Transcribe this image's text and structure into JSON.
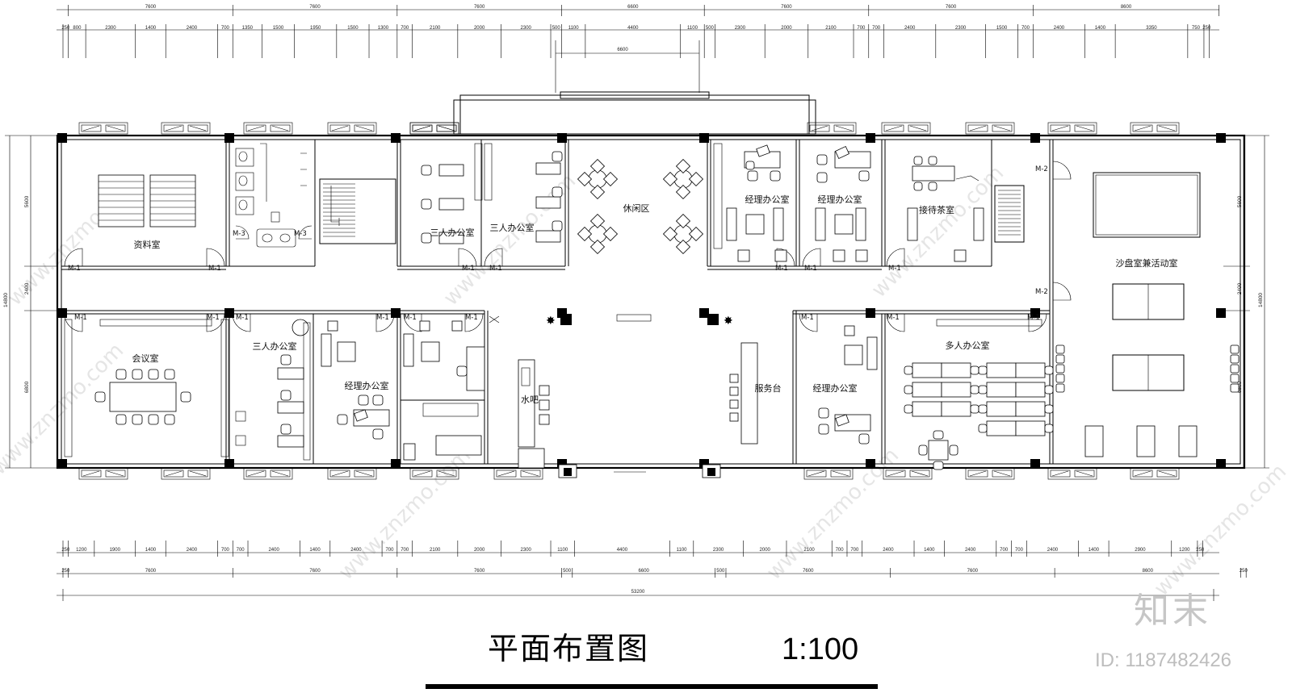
{
  "title": "平面布置图",
  "scale": "1:100",
  "watermark": "www.znzmo.com",
  "logo": "知末",
  "id_label": "ID: 1187482426",
  "top_dims": {
    "bays": [
      "7600",
      "7600",
      "7600",
      "6600",
      "7600",
      "7600",
      "8600"
    ],
    "details": [
      "250",
      "800",
      "2300",
      "1400",
      "2400",
      "700",
      "1350",
      "1500",
      "1950",
      "1500",
      "1300",
      "700",
      "2100",
      "2000",
      "2300",
      "500",
      "1100",
      "4400",
      "1100",
      "500",
      "2300",
      "2000",
      "2100",
      "700",
      "700",
      "2400",
      "2300",
      "1500",
      "700",
      "2400",
      "1400",
      "3350",
      "750",
      "250"
    ],
    "entrance": "6600"
  },
  "bottom_dims": {
    "details": [
      "250",
      "1200",
      "1900",
      "1400",
      "2400",
      "700",
      "700",
      "2400",
      "1400",
      "2400",
      "700",
      "700",
      "2100",
      "2000",
      "2300",
      "1100",
      "4400",
      "1100",
      "2300",
      "2000",
      "2100",
      "700",
      "700",
      "2400",
      "1400",
      "2400",
      "700",
      "700",
      "2400",
      "1400",
      "2900",
      "1200",
      "250"
    ],
    "bays": [
      "250",
      "7600",
      "7600",
      "7600",
      "500",
      "6600",
      "500",
      "7600",
      "7600",
      "8600",
      "250"
    ],
    "total": "53200"
  },
  "side_dims": {
    "left": [
      "5600",
      "2400",
      "6800",
      "14800"
    ],
    "right": [
      "5600",
      "2400",
      "6800",
      "14800"
    ]
  },
  "rooms": {
    "archive": "资料室",
    "three_office_a": "三人办公室",
    "three_office_b": "三人办公室",
    "lounge": "休闲区",
    "manager_a": "经理办公室",
    "manager_b": "经理办公室",
    "tea_room": "接待茶室",
    "sandtable": "沙盘室兼活动室",
    "meeting": "会议室",
    "three_office_c": "三人办公室",
    "manager_c": "经理办公室",
    "water_bar": "水吧",
    "service_desk": "服务台",
    "manager_d": "经理办公室",
    "open_office": "多人办公室"
  },
  "door_tags": {
    "m1": "M-1",
    "m2": "M-2",
    "m3": "M-3"
  },
  "icons": [
    "window-icon",
    "column-icon",
    "door-swing-icon",
    "desk-icon",
    "chair-icon",
    "sofa-icon",
    "table-icon",
    "toilet-icon",
    "stair-icon",
    "plant-icon",
    "fitness-machine-icon",
    "conference-table-icon"
  ]
}
